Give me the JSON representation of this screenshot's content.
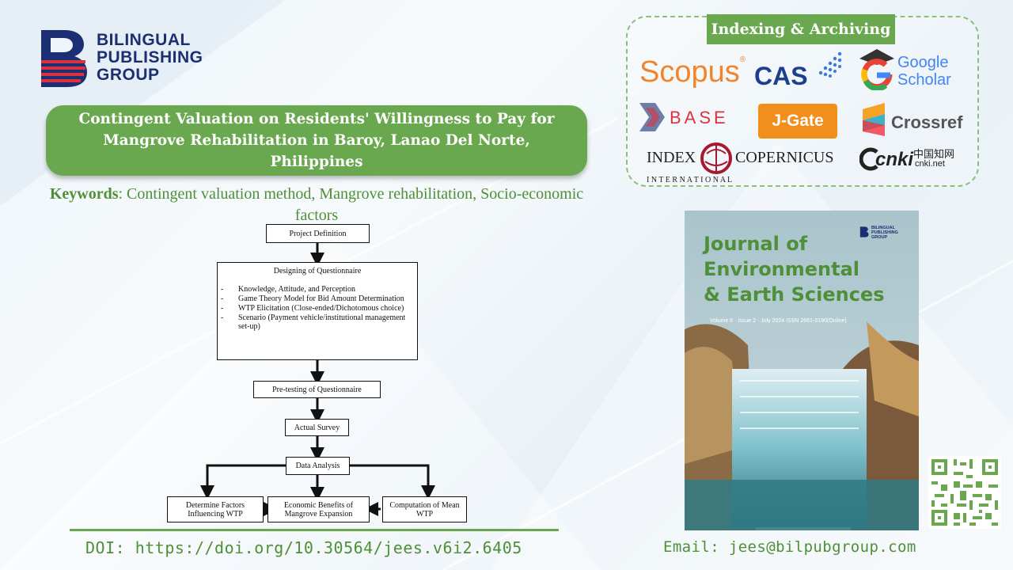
{
  "publisher": {
    "line1": "BILINGUAL",
    "line2": "PUBLISHING",
    "line3": "GROUP",
    "logo_icon": "bilingual-b-logo"
  },
  "article": {
    "title": "Contingent Valuation on Residents' Willingness to Pay for Mangrove Rehabilitation in Baroy, Lanao Del Norte, Philippines",
    "keywords_label": "Keywords",
    "keywords": ": Contingent valuation method, Mangrove rehabilitation, Socio-economic factors",
    "doi": "DOI: https://doi.org/10.30564/jees.v6i2.6405"
  },
  "flowchart": {
    "project_definition": "Project Definition",
    "designing_title": "Designing of Questionnaire",
    "designing_items": [
      "Knowledge, Attitude, and Perception",
      "Game Theory Model for Bid Amount Determination",
      "WTP Elicitation (Close-ended/Dichotomous choice)",
      "Scenario (Payment vehicle/institutional management set-up)"
    ],
    "pretesting": "Pre-testing of Questionnaire",
    "actual_survey": "Actual Survey",
    "data_analysis": "Data Analysis",
    "determine_factors": "Determine Factors Influencing WTP",
    "economic_benefits": "Economic Benefits of Mangrove Expansion",
    "computation_mean": "Computation of Mean WTP"
  },
  "indexing": {
    "header": "Indexing & Archiving",
    "scopus": "Scopus",
    "cas": "CAS",
    "google1": "Google",
    "google2": "Scholar",
    "base": "BASE",
    "jgate": "J-Gate",
    "crossref": "Crossref",
    "index_copernicus_left": "INDEX",
    "index_copernicus_right": "COPERNICUS",
    "index_copernicus_sub": "I N T E R N A T I O N A L",
    "cnki_text": "cnki",
    "cnki_cn": "中国知网",
    "cnki_url": "cnki.net"
  },
  "journal": {
    "title_line1": "Journal of",
    "title_line2": "Environmental",
    "title_line3": "& Earth Sciences",
    "issue": "Volume 6 · Issue 2 · July 2024  ISSN 2661-3190(Online)",
    "publisher_small1": "BILINGUAL",
    "publisher_small2": "PUBLISHING",
    "publisher_small3": "GROUP"
  },
  "contact": {
    "email": "Email: jees@bilpubgroup.com"
  },
  "colors": {
    "green": "#6aa84f",
    "dark_green": "#4e8f37",
    "navy": "#1d2f73",
    "red": "#d9333f"
  }
}
